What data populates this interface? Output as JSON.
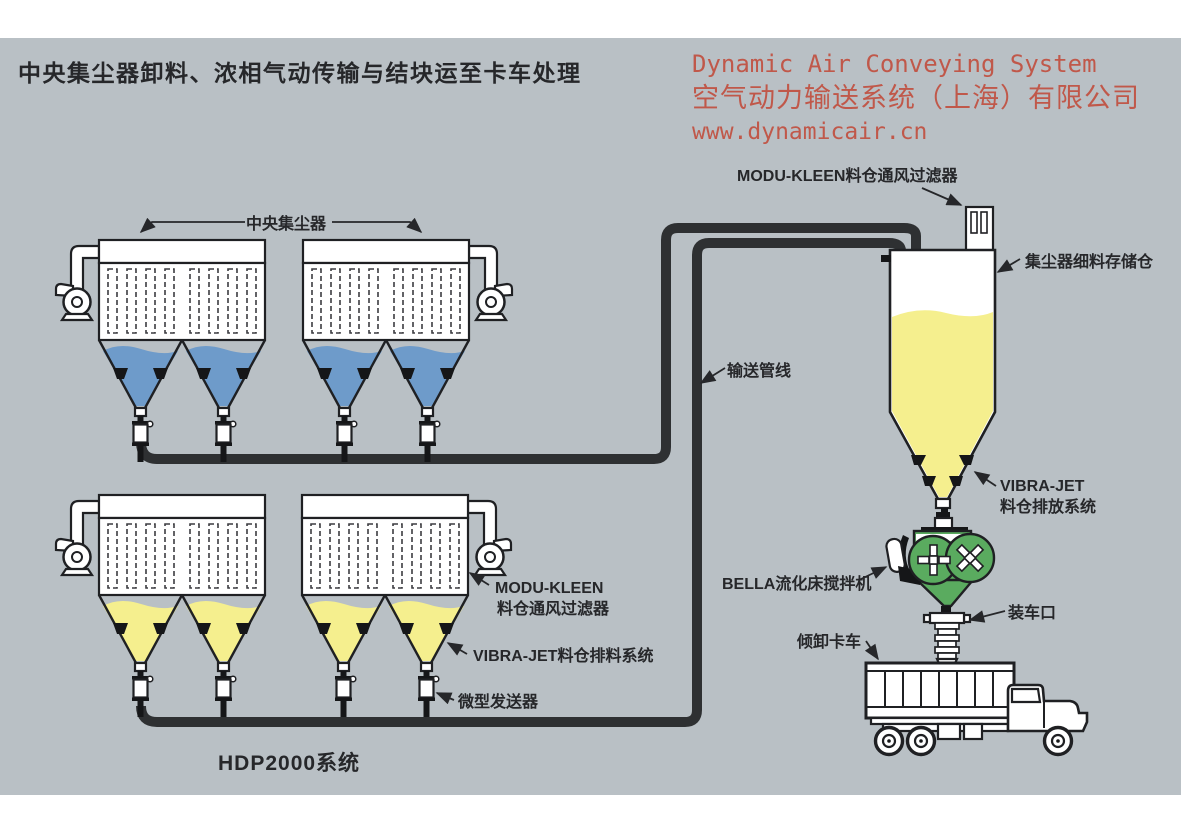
{
  "diagram": {
    "title": "中央集尘器卸料、浓相气动传输与结块运至卡车处理",
    "system_name": "HDP2000系统"
  },
  "branding": {
    "line1": "Dynamic Air Conveying System",
    "line2": "空气动力输送系统（上海）有限公司",
    "line3": "www.dynamicair.cn",
    "color": "#c0584a"
  },
  "labels": {
    "central_collector": "中央集尘器",
    "modu_kleen_top": "MODU-KLEEN料仓通风过滤器",
    "storage_silo": "集尘器细料存储仓",
    "conveying_line": "输送管线",
    "vibra_jet_silo_line1": "VIBRA-JET",
    "vibra_jet_silo_line2": "料仓排放系统",
    "bella_mixer": "BELLA流化床搅拌机",
    "loading_port": "装车口",
    "dump_truck": "倾卸卡车",
    "modu_kleen_bottom_line1": "MODU-KLEEN",
    "modu_kleen_bottom_line2": "料仓通风过滤器",
    "vibra_jet_bottom": "VIBRA-JET料仓排料系统",
    "mini_transporter": "微型发送器"
  },
  "colors": {
    "panel_background": "#b9c0c5",
    "material_blue": "#6e9bca",
    "material_yellow": "#f5ef8e",
    "mixer_green": "#5aab5f",
    "pipe_dark": "#2e3032",
    "outline": "#1f2023",
    "label_text": "#26272a",
    "brand_red": "#c0584a"
  }
}
